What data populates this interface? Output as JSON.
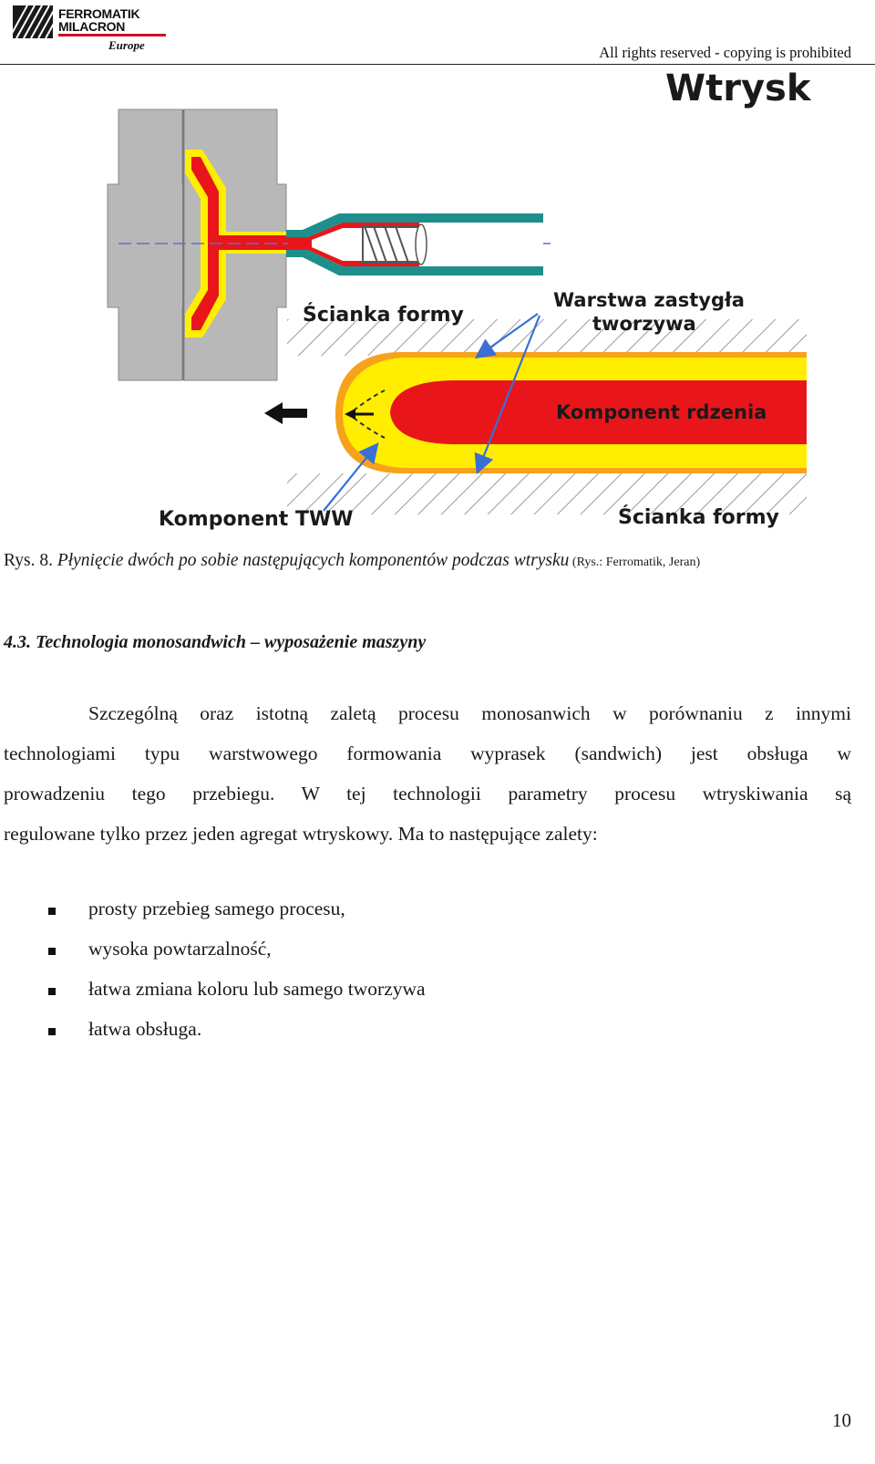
{
  "header": {
    "logo_line1": "FERROMATIK",
    "logo_line2": "MILACRON",
    "logo_line3": "Europe",
    "rights": "All rights reserved  - copying is prohibited"
  },
  "figure": {
    "title": "Wtrysk",
    "label_wall_top": "Ścianka formy",
    "label_skin_layer_1": "Warstwa zastygła",
    "label_skin_layer_2": "tworzywa",
    "label_core": "Komponent rdzenia",
    "label_tww": "Komponent TWW",
    "label_wall_bottom": "Ścianka formy"
  },
  "caption": {
    "prefix": "Rys. 8. ",
    "text": "Płynięcie dwóch po sobie następujących komponentów podczas wtrysku",
    "source": " (Rys.: Ferromatik, Jeran)"
  },
  "section": {
    "heading": "4.3.  Technologia monosandwich – wyposażenie maszyny"
  },
  "paragraph": {
    "line1": "Szczególną oraz istotną zaletą procesu monosanwich w porównaniu z innymi",
    "line2": "technologiami typu warstwowego formowania wyprasek (sandwich) jest obsługa w",
    "line3": "prowadzeniu tego przebiegu. W tej technologii parametry procesu wtryskiwania są",
    "line4": "regulowane  tylko przez jeden agregat wtryskowy. Ma to następujące zalety:"
  },
  "advantages": [
    "prosty przebieg samego procesu,",
    "wysoka powtarzalność,",
    "łatwa zmiana koloru lub samego tworzywa",
    "łatwa obsługa."
  ],
  "page_number": "10",
  "colors": {
    "core_red": "#e8161b",
    "skin_yellow": "#ffee00",
    "skin_orange": "#f7a21b",
    "mold_gray": "#b8b8b8",
    "barrel_teal": "#1f8f8c",
    "arrow_blue": "#3a6fd4",
    "logo_red": "#c8102e"
  }
}
